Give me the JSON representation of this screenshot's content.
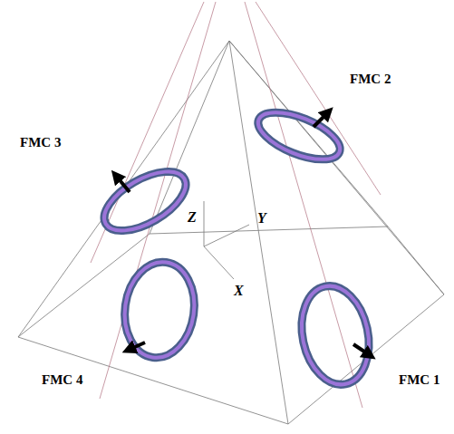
{
  "diagram": {
    "labels": [
      "FMC 3",
      "FMC 2",
      "Z",
      "Y",
      "X",
      "FMC 4",
      "FMC 1"
    ]
  }
}
